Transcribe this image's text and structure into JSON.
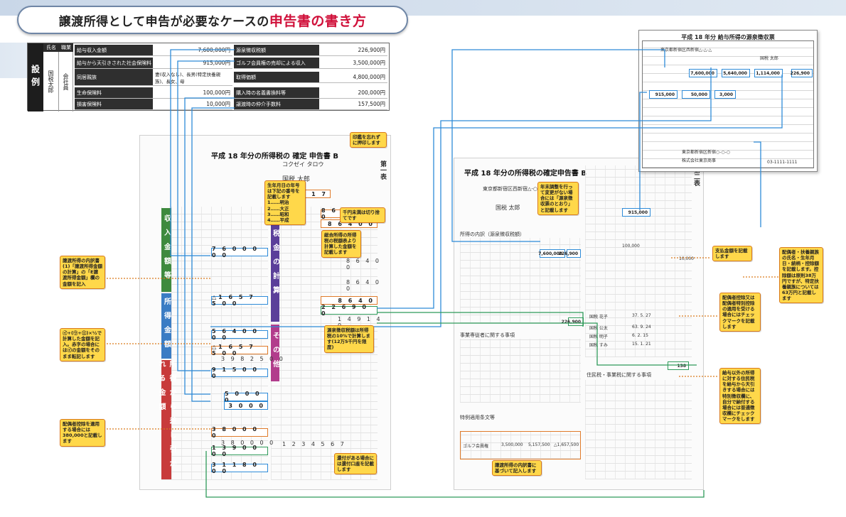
{
  "header": {
    "title_main": "譲渡所得として申告が必要なケースの",
    "title_red": "申告書の書き方"
  },
  "example": {
    "side_label": "設例",
    "col_name": "氏名",
    "col_job": "職業",
    "person_name": "国税太郎",
    "person_job": "会社員",
    "rows_left": [
      {
        "label": "給与収入金額",
        "value": "7,600,000円"
      },
      {
        "label": "給与から天引きされた社会保険料",
        "value": "915,000円"
      },
      {
        "label": "同居親族",
        "value": "妻(収入なし)、長男(特定扶養親族)、長女、母"
      },
      {
        "label": "生命保険料",
        "value": "100,000円"
      },
      {
        "label": "損害保険料",
        "value": "10,000円"
      }
    ],
    "rows_right": [
      {
        "label": "源泉徴収税額",
        "value": "226,900円"
      },
      {
        "label": "ゴルフ会員権の売却による収入",
        "value": "3,500,000円"
      },
      {
        "label": "取得価額",
        "value": "4,800,000円"
      },
      {
        "label": "購入時の名義書換料等",
        "value": "200,000円"
      },
      {
        "label": "譲渡時の仲介手数料",
        "value": "157,500円"
      }
    ]
  },
  "form_b1": {
    "title": "平成 18 年分の所得税の 確定 申告書 B",
    "sheet_label": "第一表",
    "furigana": "コクゼイ タロウ",
    "name": "国税 太郎",
    "birth": "3 5 0 9 1 7",
    "sections": [
      "収入金額等",
      "所得金額",
      "所得から差し引かれる金額",
      "税金の計算",
      "その他"
    ],
    "values": {
      "salary_income": "7 6 0 0 0 0 0",
      "transfer_loss": "△1 6 5 7 5 0 0",
      "salary_income_amt": "5 6 4 0 0 0 0",
      "transfer_loss2": "△1 6 5 7 5 0 0",
      "total_income": "3 9 8 2 5 0 0",
      "social_ins": "9 1 5 0 0 0",
      "life_ins": "5 0 0 0 0",
      "damage_ins": "3 0 0 0",
      "spouse_ded": "3 8 0 0 0 0",
      "basic_ded": "3 8 0 0 0 0",
      "ded_total": "1 3 9 0 0 0 0",
      "ded_total2": "3 1 1 8 0 0 0",
      "taxable": "8 6 4 0 0 0",
      "tax1": "8 6 4 0 0",
      "tax2": "8 6 4 0",
      "withholding": "2 2 6 9 0 0",
      "refund": "1 4 9 1 4 0",
      "account": "1 2 3 4 5 6 7"
    }
  },
  "form_b2": {
    "title": "平成 18 年分の所得税の確定申告書 B",
    "sheet_label": "第二表",
    "address": "東京都新宿区西新宿△-○",
    "name": "国税 太郎",
    "salary_section": "所得の内訳（源泉徴収税額）",
    "salary_amount": "7,600,000",
    "withholding": "226,900",
    "social_ins": "915,000",
    "life_ins": "100,000",
    "damage_ins": "10,000",
    "dependents": [
      {
        "name": "国税 花子",
        "birth": "37. 5. 27"
      },
      {
        "name": "国税 公太",
        "birth": "63. 9. 24"
      },
      {
        "name": "国税 明子",
        "birth": "6. 2. 15"
      },
      {
        "name": "国税 すみ",
        "birth": "15. 1. 21"
      }
    ],
    "dependents_total": "138",
    "residential_section": "住民税・事業税に関する事項",
    "business_section": "事業専従者に関する事項",
    "special_section": "特例適用条文等",
    "transfer_row": {
      "label": "ゴルフ会員権",
      "a": "3,500,000",
      "b": "5,157,500",
      "c": "△1,657,500"
    }
  },
  "receipt": {
    "title": "平成 18 年分 給与所得の源泉徴収票",
    "address": "東京都新宿区西新宿△-△-△",
    "name": "国税 太郎",
    "pay": "7,600,000",
    "after_ded": "5,640,000",
    "ded_total": "1,114,000",
    "tax": "226,900",
    "social": "915,000",
    "life": "50,000",
    "damage": "3,000",
    "payer": "東京都新宿区新宿○-○-○",
    "company": "株式会社東京商事",
    "phone": "03-1111-1111"
  },
  "callouts": {
    "c1": "印鑑を忘れずに押印します",
    "c2": "生年月日の年号は下記の番号を記載します\n1……明治\n2……大正\n3……昭和\n4……平成",
    "c3": "千円未満は切り捨てです",
    "c4": "総合所得の所得税の税額表より計算した金額を記載します",
    "c5": "譲渡所得の内訳書(1)「譲渡所得金額の計算」の「E譲渡所得金額」欄の金額を記入",
    "c6": "㋑+(㋒+㋓)×½で計算した金額を記入。赤字の場合には㋑の金額をそのまま転記します",
    "c7": "源泉徴収税額は所得税の10%で計算します(12万5千円を限度)",
    "c8": "配偶者控除を適用する場合には380,000と記載します",
    "c9": "還付がある場合には還付口座を記載します",
    "c10": "譲渡所得の内訳書に基づいて記入します",
    "c11": "年末調整を行って変更がない場合には「源泉徴収票のとおり」と記載します",
    "c12": "支払金額を記載します",
    "c13": "配偶者・扶養親族の氏名・生年月日・続柄・控除額を記載します。控除額は原則38万円ですが、特定扶養親族については63万円と記載します",
    "c14": "配偶者控除又は配偶者特別控除の適用を受ける場合にはチェックマークを記載します",
    "c15": "給与以外の所得に対する住民税を給与から天引きする場合には特別徴収欄に、自分で納付する場合には普通徴収欄にチェックマークをします"
  }
}
